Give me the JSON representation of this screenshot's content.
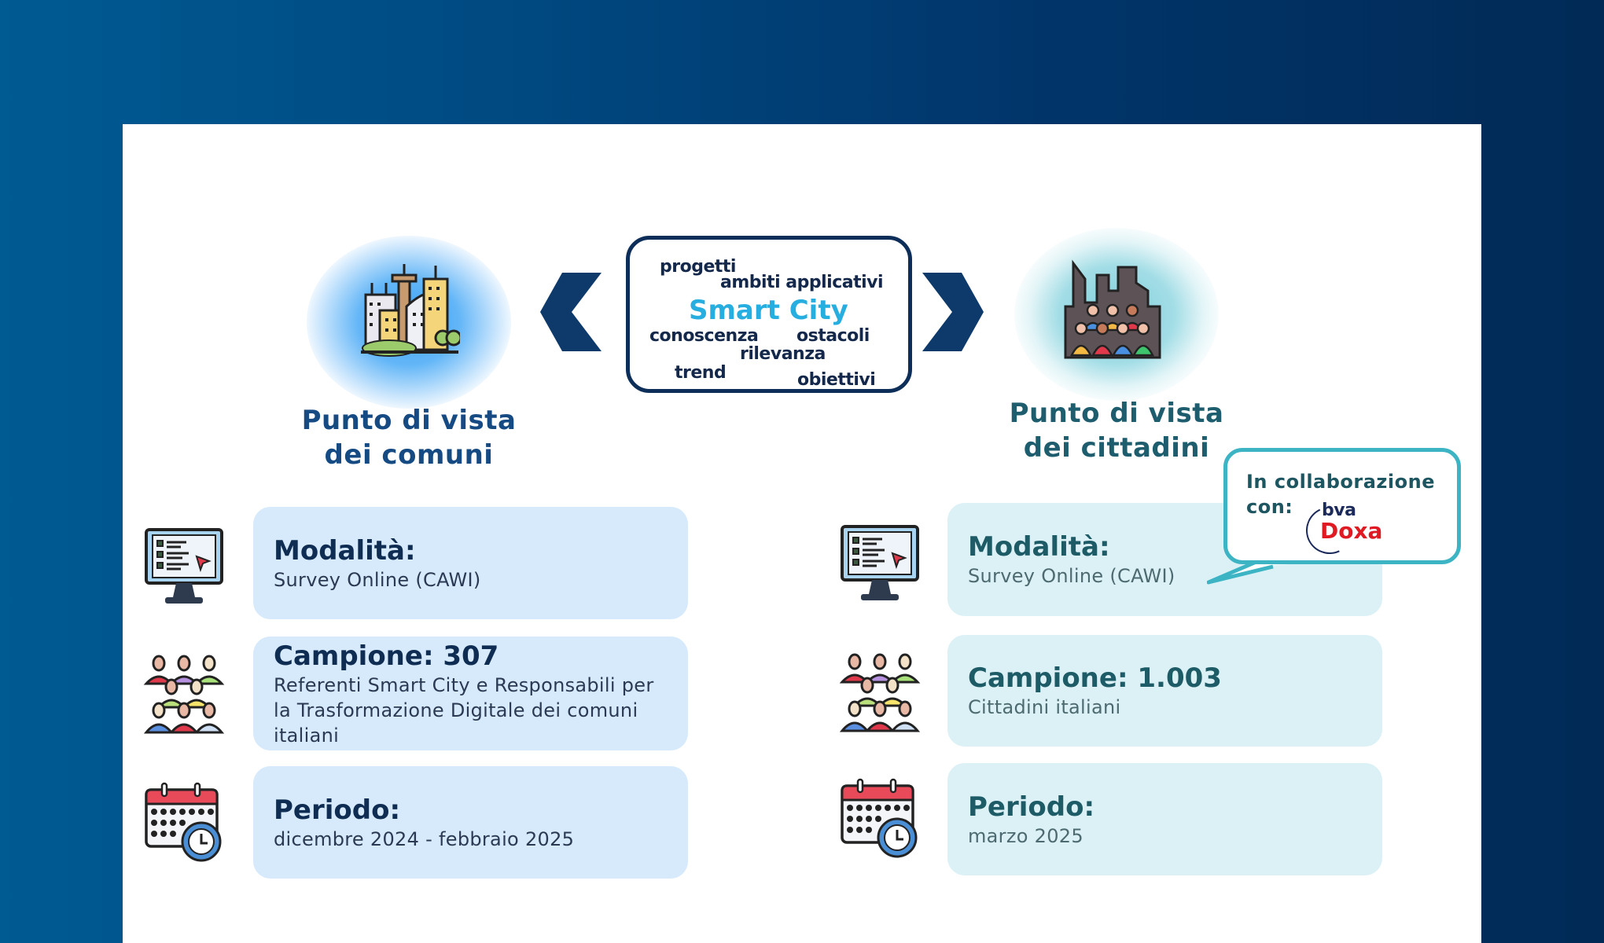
{
  "center_cloud": {
    "center_term": "Smart City",
    "words": [
      "progetti",
      "ambiti applicativi",
      "conoscenza",
      "ostacoli",
      "rilevanza",
      "trend",
      "obiettivi"
    ]
  },
  "left_column": {
    "title_line1": "Punto di vista",
    "title_line2": "dei comuni",
    "header_icon": "city-buildings-icon",
    "accent_color": "#154a83",
    "box_color": "#d6eafc",
    "items": [
      {
        "icon": "monitor-survey-icon",
        "label": "Modalità:",
        "desc": "Survey Online (CAWI)"
      },
      {
        "icon": "people-group-icon",
        "label": "Campione: 307",
        "desc": "Referenti Smart City e Responsabili per la Trasformazione Digitale dei comuni italiani"
      },
      {
        "icon": "calendar-clock-icon",
        "label": "Periodo:",
        "desc": "dicembre 2024 - febbraio 2025"
      }
    ]
  },
  "right_column": {
    "title_line1": "Punto di vista",
    "title_line2": "dei cittadini",
    "header_icon": "citizens-city-icon",
    "accent_color": "#1d5d6d",
    "box_color": "#dbf1f6",
    "items": [
      {
        "icon": "monitor-survey-icon",
        "label": "Modalità:",
        "desc": "Survey Online (CAWI)"
      },
      {
        "icon": "people-group-icon",
        "label": "Campione: 1.003",
        "desc": "Cittadini italiani"
      },
      {
        "icon": "calendar-clock-icon",
        "label": "Periodo:",
        "desc": "marzo 2025"
      }
    ]
  },
  "callout": {
    "line1": "In collaborazione",
    "line2": "con:",
    "partner_top": "bva",
    "partner_bottom": "Doxa",
    "border_color": "#3cb4c4"
  },
  "colors": {
    "bg_left": "#005b93",
    "bg_right": "#012a56",
    "navy": "#0c2e59",
    "cloud_highlight": "#27aee0"
  }
}
